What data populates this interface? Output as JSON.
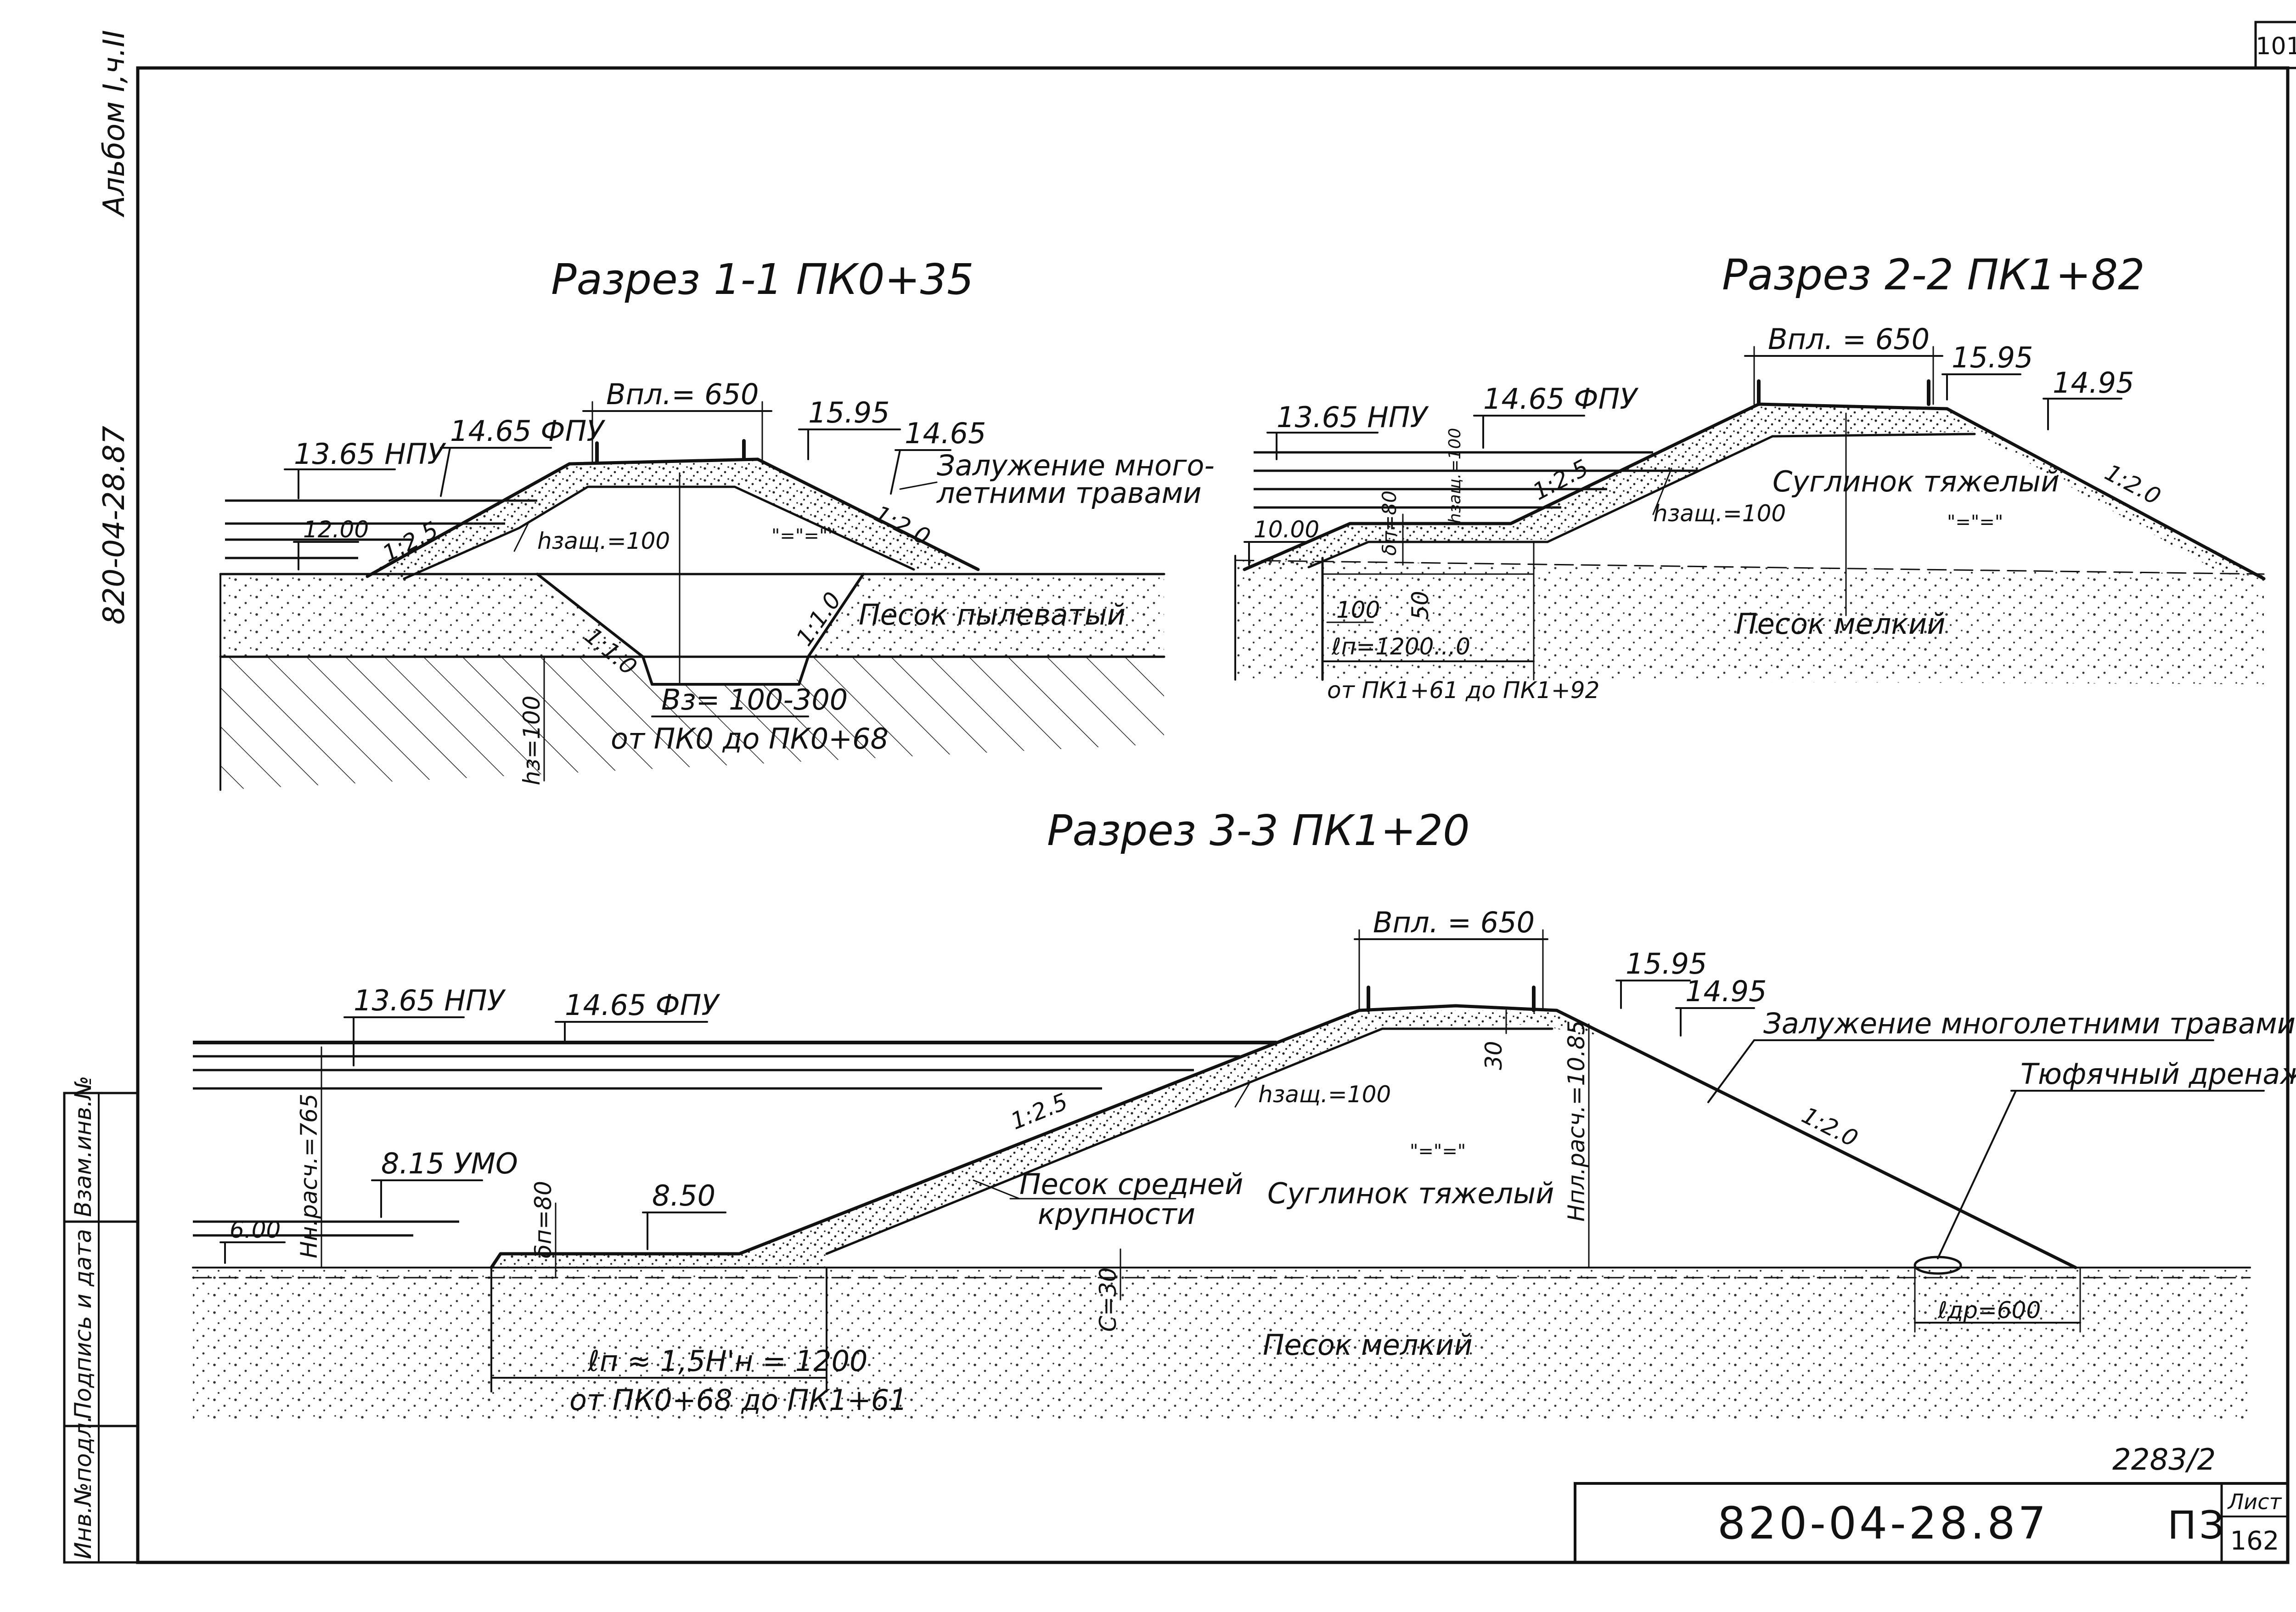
{
  "page": {
    "number": "101",
    "album": "Альбом I,ч.II",
    "side_code": "820-04-28.87",
    "sheet_label": "Лист",
    "sheet_number": "162",
    "doc_code": "820-04-28.87",
    "stage": "ПЗ",
    "ref_number": "2283/2",
    "side_cells": [
      "Взам.инв.№",
      "Подпись и дата",
      "Инв.№подл."
    ]
  },
  "sections": {
    "s1": {
      "title": "Разрез 1-1 ПК0+35",
      "b_pl": "Bпл.= 650",
      "lvl_1595": "15.95",
      "lvl_1465_right": "14.65",
      "lvl_1365": "13.65 НПУ",
      "lvl_1465": "14.65 ФПУ",
      "lvl_1200": "12.00",
      "slope_left": "1:2.5",
      "slope_right": "1:2.0",
      "h_zash": "hзащ.=100",
      "greening": "Залужение много-",
      "greening2": "летними травами",
      "slope_pit_l": "1:1.0",
      "slope_pit_r": "1:1.0",
      "soil": "Песок пылеватый",
      "b_z": "Bз= 100-300",
      "h_z": "hз=100",
      "range": "от ПК0 до ПК0+68",
      "fill_mark": "\"=\"=\"\""
    },
    "s2": {
      "title": "Разрез 2-2 ПК1+82",
      "b_pl": "Bпл. = 650",
      "lvl_1595": "15.95",
      "lvl_1495": "14.95",
      "lvl_1365": "13.65 НПУ",
      "lvl_1465": "14.65 ФПУ",
      "lvl_1000": "10.00",
      "slope_left": "1:2.5",
      "slope_right": "1:2.0",
      "h_zash": "hзащ.=100",
      "h_zash_v": "hзащ.=100",
      "soil_top": "Суглинок тяжелый",
      "soil_bottom": "Песок мелкий",
      "d_p": "δп=80",
      "dim_100": "100",
      "dim_50": "50",
      "l_p": "ℓп=1200...0",
      "range": "от ПК1+61 до ПК1+92",
      "fill_mark": "\"=\"=\""
    },
    "s3": {
      "title": "Разрез 3-3 ПК1+20",
      "b_pl": "Bпл. = 650",
      "lvl_1595": "15.95",
      "lvl_1495": "14.95",
      "lvl_1365": "13.65 НПУ",
      "lvl_1465": "14.65 ФПУ",
      "lvl_815": "8.15 УМО",
      "lvl_850": "8.50",
      "lvl_600": "6.00",
      "greening": "Залужение многолетними травами",
      "drain": "Тюфячный дренаж",
      "slope_left": "1:2.5",
      "slope_right": "1:2.0",
      "h_zash": "hзащ.=100",
      "dim_30": "30",
      "hn_rasch": "Hн.расч.=765",
      "hpl_rasch": "Hпл.расч.=10.85",
      "d_n": "δп=80",
      "sand_coarse": "Песок средней",
      "sand_coarse2": "крупности",
      "soil_mid": "Суглинок тяжелый",
      "soil_bottom": "Песок мелкий",
      "c_30": "C=30",
      "l_dr": "ℓдр=600",
      "l_p": "ℓп ≈ 1,5H'н = 1200",
      "range": "от ПК0+68 до ПК1+61",
      "fill_mark": "\"=\"=\""
    }
  }
}
